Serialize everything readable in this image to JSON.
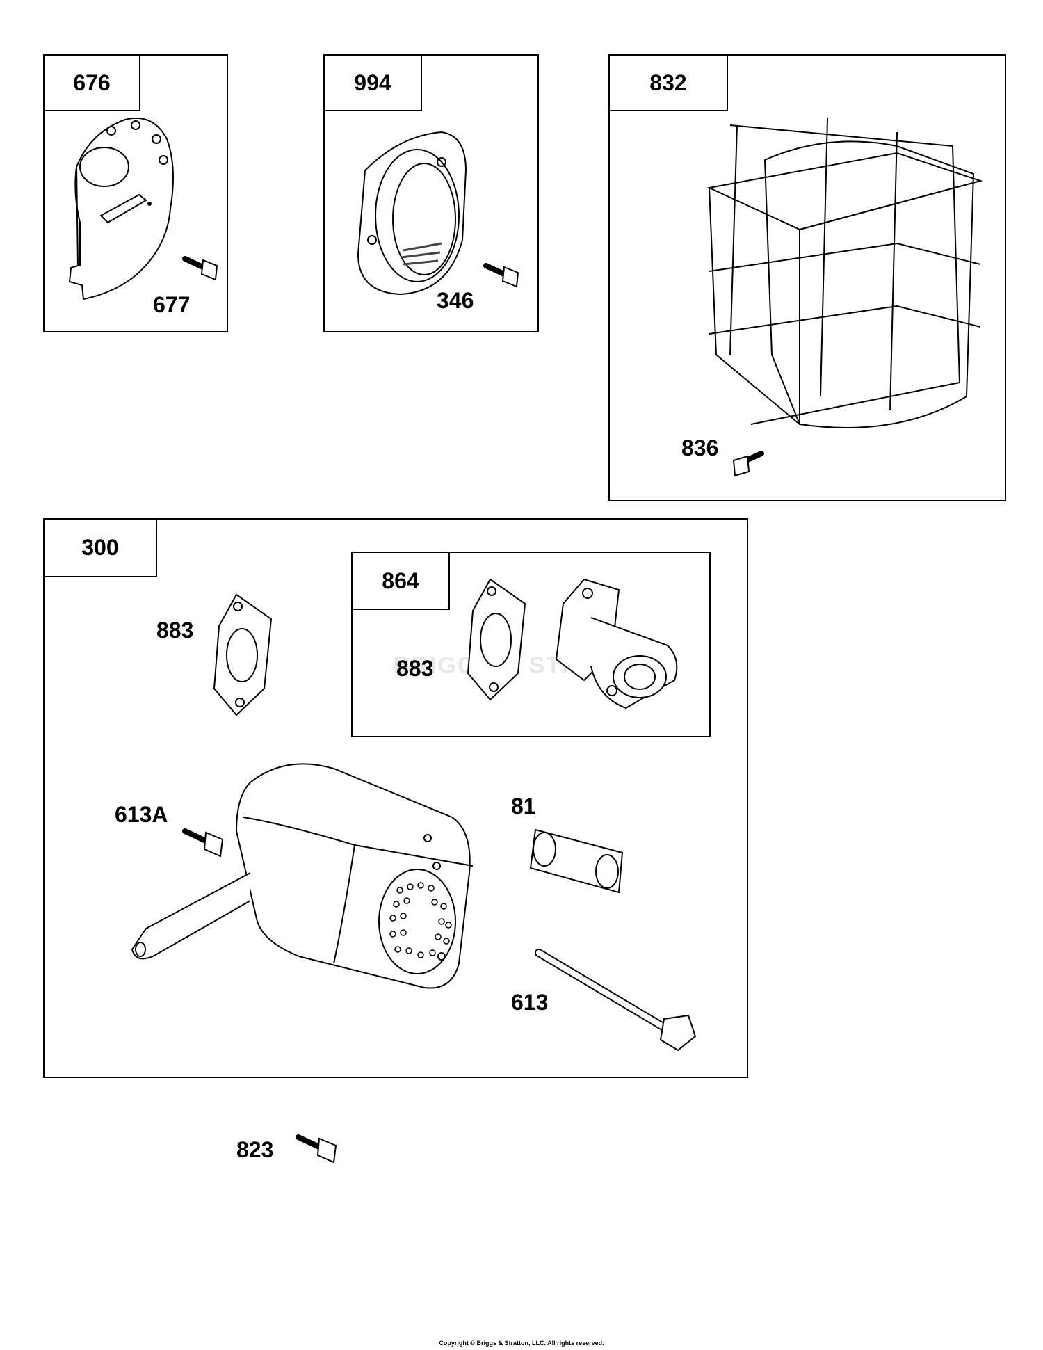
{
  "parts": {
    "p676": "676",
    "p677": "677",
    "p994": "994",
    "p346": "346",
    "p832": "832",
    "p836": "836",
    "p300": "300",
    "p864": "864",
    "p883a": "883",
    "p883b": "883",
    "p613a": "613A",
    "p81": "81",
    "p613": "613",
    "p823": "823"
  },
  "watermark": "BRIGGS & STRATTON",
  "footer": {
    "copyright": "Copyright © Briggs & Stratton, LLC. All rights reserved."
  },
  "colors": {
    "line": "#000000",
    "watermark": "#e8e8e8",
    "background": "#ffffff"
  }
}
